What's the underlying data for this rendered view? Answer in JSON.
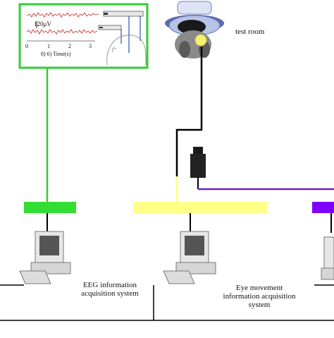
{
  "labels": {
    "test_room": "test room",
    "eeg_system_line1": "EEG information",
    "eeg_system_line2": "acquisition system",
    "eye_system_line1": "Eye movement",
    "eye_system_line2": "information acquisition",
    "eye_system_line3": "system"
  },
  "eeg_panel": {
    "scale": "120μV",
    "axis_0": "0",
    "axis_1": "1",
    "axis_2": "2",
    "axis_3": "3",
    "time_label": "8) 6) Time(s)"
  },
  "colors": {
    "eeg_link": "#33cc33",
    "eeg_bar": "#33dd33",
    "eye_bar": "#ffff88",
    "third_bar": "#7f00ff",
    "third_link": "#7020c0",
    "wire": "#000000",
    "eeg_signal": "#cc2222"
  }
}
